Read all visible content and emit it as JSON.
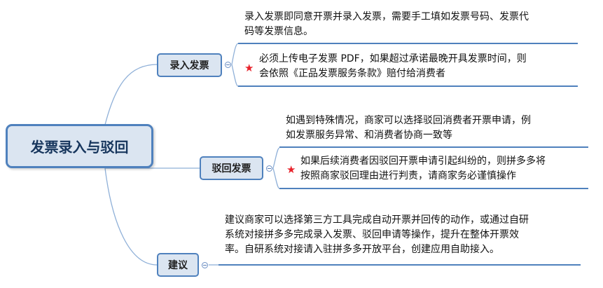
{
  "colors": {
    "line": "#4f81bd",
    "connector": "#8fb0d8",
    "node_fill": "#dbe5f1",
    "root_text": "#17365d",
    "star": "#e8222b"
  },
  "diagram": {
    "root": {
      "title": "发票录入与驳回"
    },
    "branches": [
      {
        "label": "录入发票",
        "leaves": [
          {
            "lines": [
              "录入发票即同意开票并录入发票，需要手工填如发票号码、发票代",
              "码等发票信息。"
            ],
            "starred": false
          },
          {
            "lines": [
              "必须上传电子发票 PDF，如果超过承诺最晚开具发票时间，则",
              "会依照《正品发票服务条款》赔付给消费者"
            ],
            "starred": true,
            "icon": "star-icon"
          }
        ]
      },
      {
        "label": "驳回发票",
        "leaves": [
          {
            "lines": [
              "如遇到特殊情况，商家可以选择驳回消费者开票申请，例",
              "如发票服务异常、和消费者协商一致等"
            ],
            "starred": false
          },
          {
            "lines": [
              "如果后续消费者因驳回开票申请引起纠纷的，则拼多多将",
              "按照商家驳回理由进行判责，请商家务必谨慎操作"
            ],
            "starred": true,
            "icon": "star-icon"
          }
        ]
      },
      {
        "label": "建议",
        "leaves": [
          {
            "lines": [
              "建议商家可以选择第三方工具完成自动开票并回传的动作，或通过自研",
              "系统对接拼多多完成录入发票、驳回申请等操作，提升在整体开票效",
              "率。自研系统对接请入驻拼多多开放平台，创建应用自助接入。"
            ],
            "starred": false
          }
        ]
      }
    ]
  }
}
